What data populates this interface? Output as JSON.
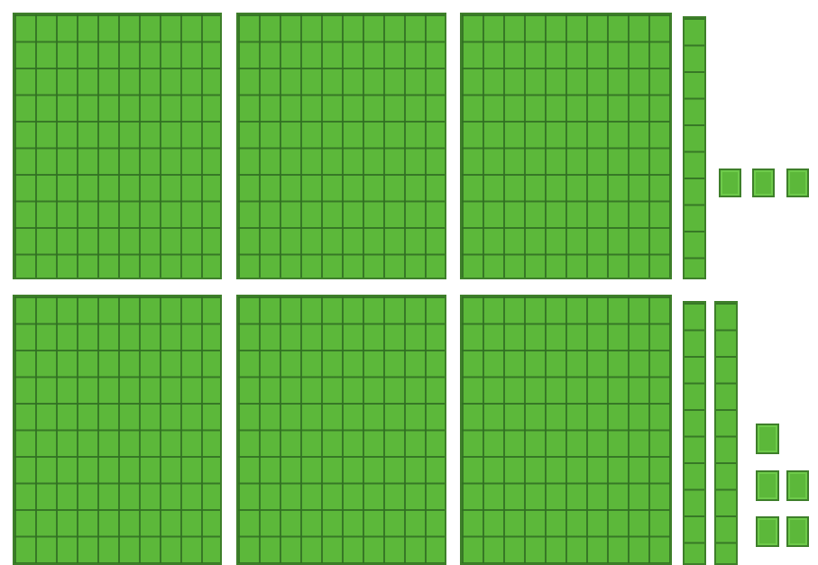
{
  "groups": [
    {
      "hundreds": 3,
      "tens": 1,
      "ones": 3
    },
    {
      "hundreds": 3,
      "tens": 2,
      "ones": 5
    }
  ],
  "colors": {
    "fill": "#5cb83a",
    "grid": "#306e22",
    "border": "#3e7f2a",
    "background": "#ffffff"
  }
}
